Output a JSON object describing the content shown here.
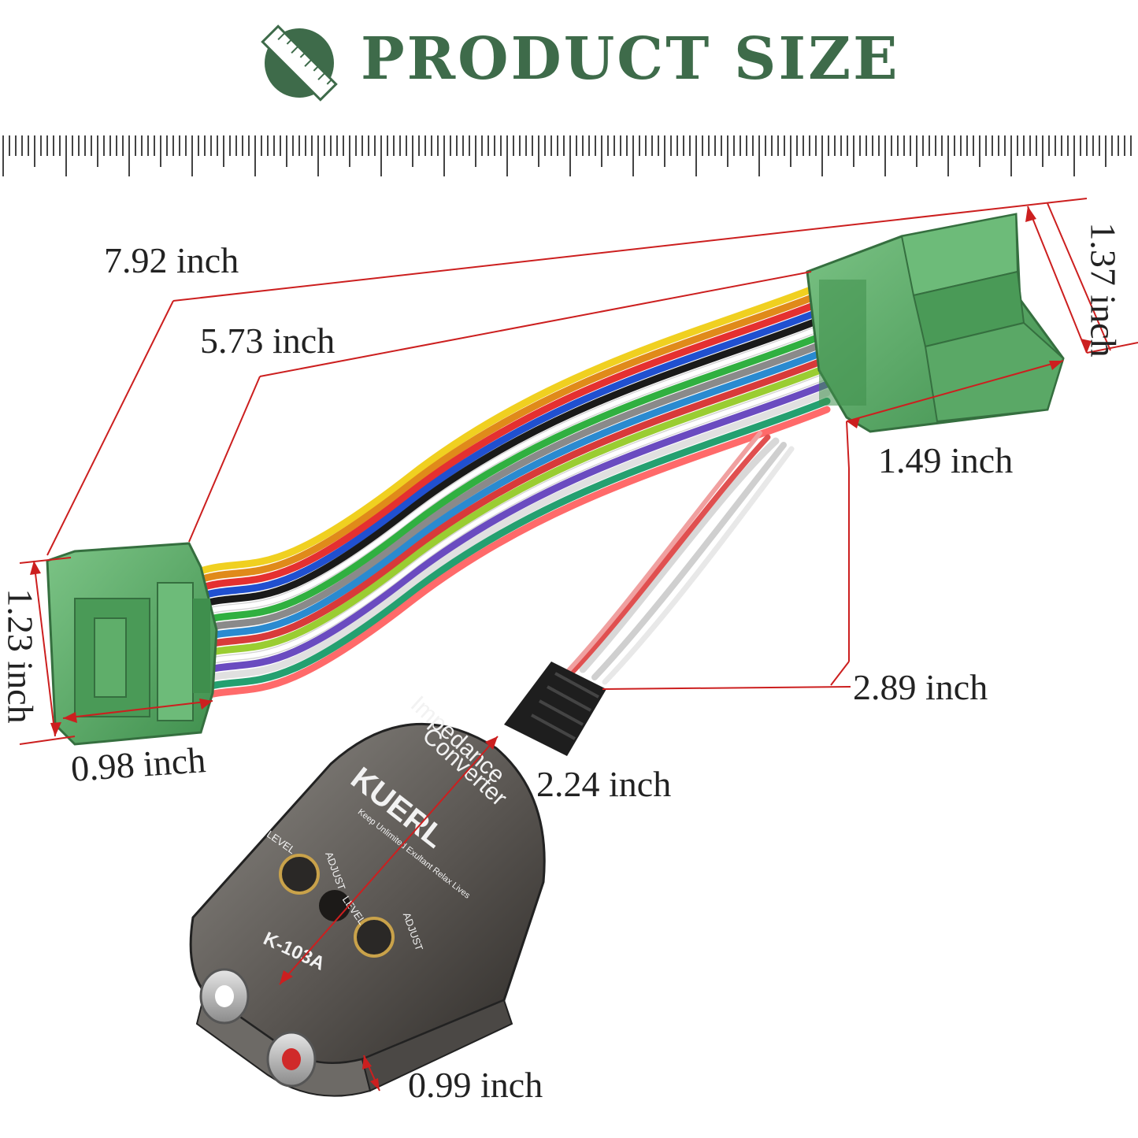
{
  "header": {
    "title": "PRODUCT SIZE",
    "icon": "ruler-badge-icon",
    "accent_color": "#3e6b4a"
  },
  "product": {
    "brand": "KUERL",
    "tagline": "Keep Unlimited Exultant Relax Lives",
    "device_text_1": "Impedance",
    "device_text_2": "Converter",
    "model": "K-103A",
    "knob_label_level": "LEVEL",
    "knob_label_adjust": "ADJUST",
    "connector_color": "#5fae6a"
  },
  "dimensions": {
    "overall_length": "7.92 inch",
    "harness_length": "5.73 inch",
    "right_connector_height": "1.37 inch",
    "right_connector_width": "1.49 inch",
    "left_connector_height": "1.23 inch",
    "left_connector_width": "0.98 inch",
    "branch_length": "2.89 inch",
    "converter_length": "2.24 inch",
    "converter_width": "0.99 inch"
  },
  "colors": {
    "dimension_line": "#cc1f1f",
    "ruler": "#444444"
  }
}
